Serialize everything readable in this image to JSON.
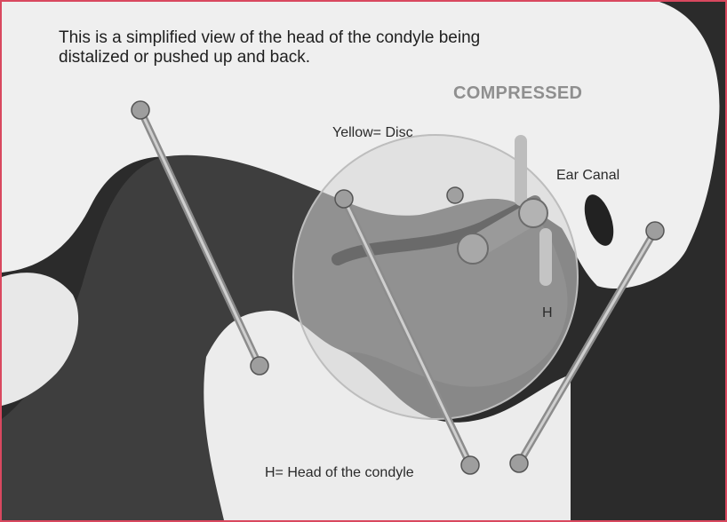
{
  "caption": {
    "line1": "This is a simplified view of the head of the condyle being",
    "line2": "distalized or pushed up and back."
  },
  "status_label": "COMPRESSED",
  "labels": {
    "disc": "Yellow= Disc",
    "ear_canal": "Ear Canal",
    "h_marker": "H",
    "legend": "H= Head of the condyle"
  },
  "colors": {
    "frame_border": "#d9485f",
    "background": "#2c2c2c",
    "bone": "#efefef",
    "dark_shape": "#3f3f3f",
    "disc": "#d9d9d9"
  }
}
